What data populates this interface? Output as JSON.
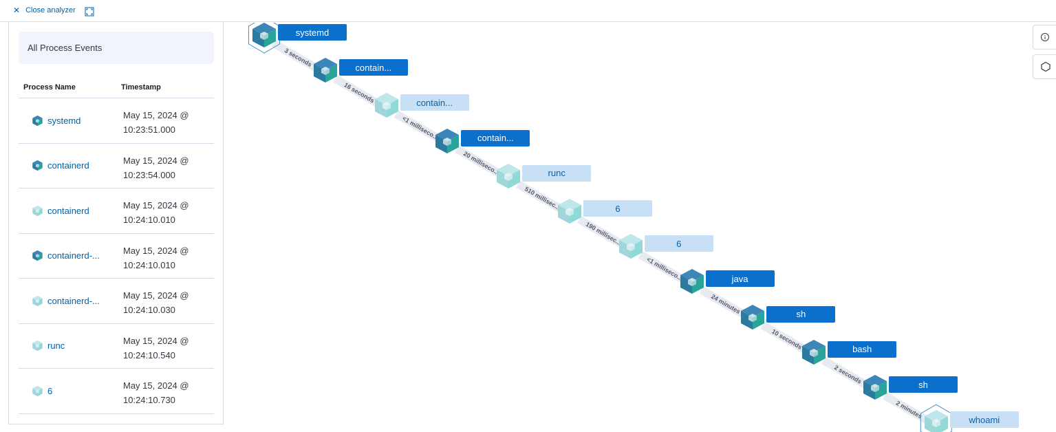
{
  "topbar": {
    "close_label": "Close analyzer"
  },
  "panel": {
    "title": "All Process Events",
    "columns": {
      "name": "Process Name",
      "timestamp": "Timestamp"
    },
    "rows": [
      {
        "name": "systemd",
        "date": "May 15, 2024 @",
        "time": "10:23:51.000",
        "shade": "dark"
      },
      {
        "name": "containerd",
        "date": "May 15, 2024 @",
        "time": "10:23:54.000",
        "shade": "dark"
      },
      {
        "name": "containerd",
        "date": "May 15, 2024 @",
        "time": "10:24:10.010",
        "shade": "light"
      },
      {
        "name": "containerd-...",
        "date": "May 15, 2024 @",
        "time": "10:24:10.010",
        "shade": "dark"
      },
      {
        "name": "containerd-...",
        "date": "May 15, 2024 @",
        "time": "10:24:10.030",
        "shade": "light"
      },
      {
        "name": "runc",
        "date": "May 15, 2024 @",
        "time": "10:24:10.540",
        "shade": "light"
      },
      {
        "name": "6",
        "date": "May 15, 2024 @",
        "time": "10:24:10.730",
        "shade": "light"
      }
    ]
  },
  "graph": {
    "nodes": [
      {
        "label": "systemd",
        "shade": "dark",
        "selected": true
      },
      {
        "label": "contain...",
        "shade": "dark"
      },
      {
        "label": "contain...",
        "shade": "light"
      },
      {
        "label": "contain...",
        "shade": "dark"
      },
      {
        "label": "runc",
        "shade": "light"
      },
      {
        "label": "6",
        "shade": "light"
      },
      {
        "label": "6",
        "shade": "light"
      },
      {
        "label": "java",
        "shade": "dark"
      },
      {
        "label": "sh",
        "shade": "dark"
      },
      {
        "label": "bash",
        "shade": "dark"
      },
      {
        "label": "sh",
        "shade": "dark"
      },
      {
        "label": "whoami",
        "shade": "light",
        "selected": true
      }
    ],
    "edges": [
      "3 seconds",
      "16 seconds",
      "<1 milliseco...",
      "20 milliseco...",
      "510 millisec...",
      "190 millisec...",
      "<1 milliseco...",
      "24 minutes",
      "10 seconds",
      "2 seconds",
      "2 minutes"
    ]
  },
  "colors": {
    "link": "#0061a6",
    "dark_label": "#0b6fcc",
    "light_label": "#c7e0f5",
    "edge": "#e8eaf2"
  },
  "icons": [
    "close-icon",
    "fullscreen-icon",
    "info-icon",
    "hexagon-icon",
    "process-cube-icon"
  ]
}
